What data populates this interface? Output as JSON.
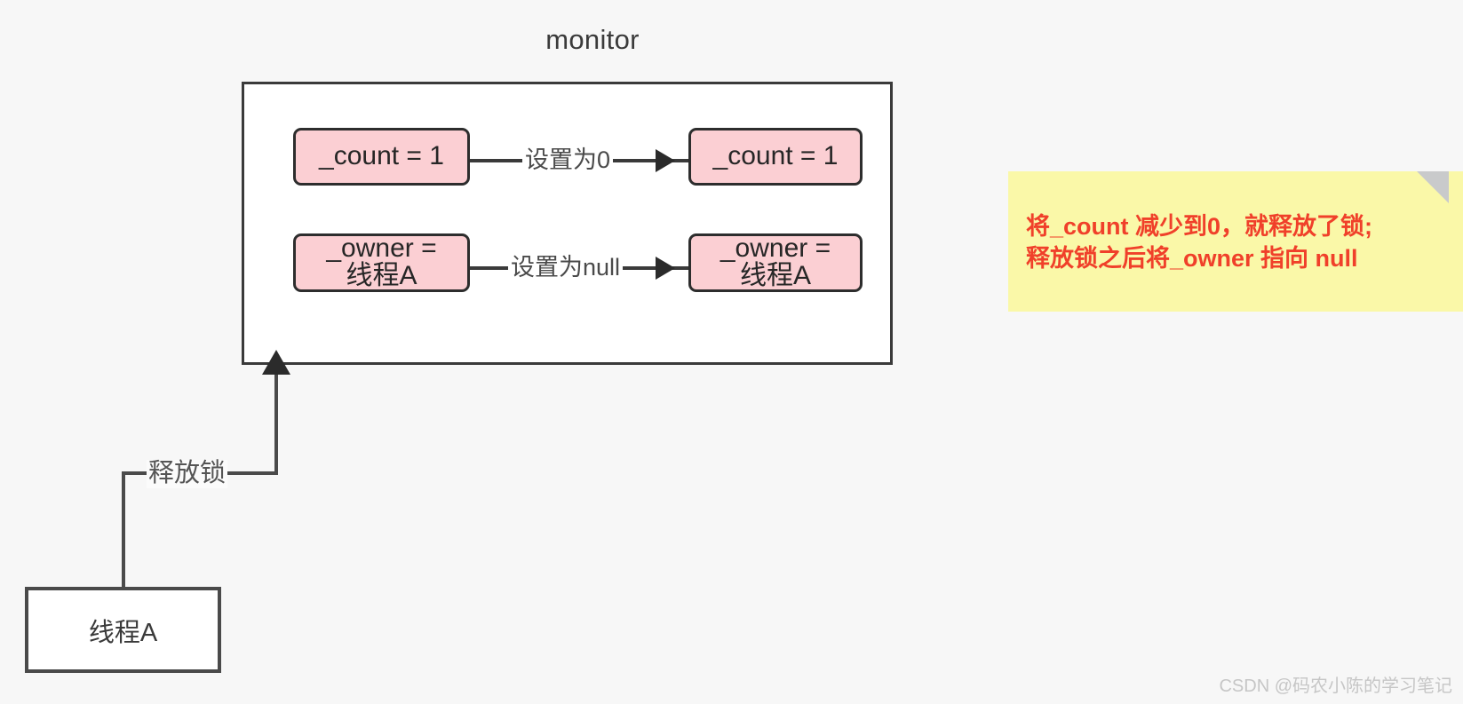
{
  "diagram": {
    "title": "monitor",
    "monitor": {
      "fields": [
        {
          "id": "count",
          "before_label": "_count = 1",
          "after_label": "_count = 1",
          "transition_label": "设置为0"
        },
        {
          "id": "owner",
          "before_label": "_owner =\n线程A",
          "after_label": "_owner =\n线程A",
          "transition_label": "设置为null"
        }
      ]
    },
    "thread": {
      "label": "线程A"
    },
    "release_edge": {
      "label": "释放锁"
    },
    "note": {
      "text": "将_count 减少到0，就释放了锁;\n释放锁之后将_owner 指向 null"
    },
    "watermark": "CSDN @码农小陈的学习笔记",
    "colors": {
      "canvas_bg": "#f7f7f7",
      "box_fill": "#ffffff",
      "box_stroke": "#3a3a3a",
      "field_fill": "#fbcfd3",
      "field_stroke": "#2d2d2d",
      "note_fill": "#faf8a8",
      "note_fold": "#c9cacb",
      "note_text": "#f0402a",
      "watermark_text": "#c6c6c6"
    }
  }
}
